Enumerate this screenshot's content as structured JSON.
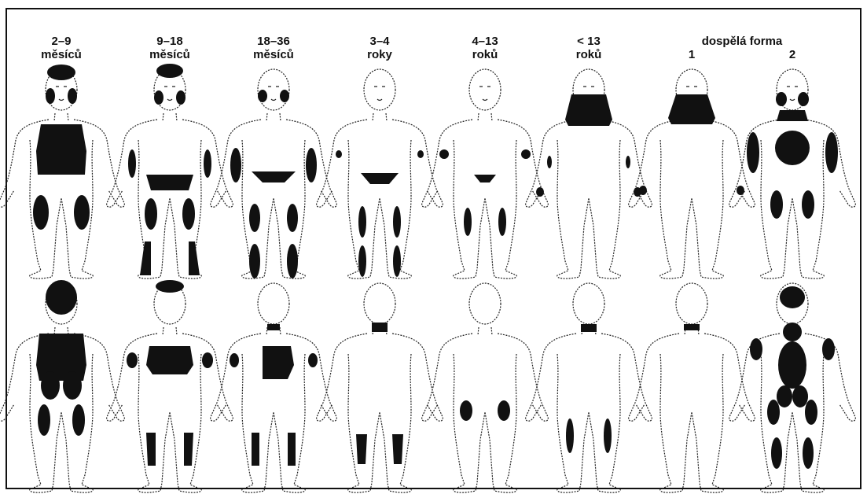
{
  "figure": {
    "groups": [
      {
        "id": "g1",
        "line1": "2–9",
        "line2": "měsíců"
      },
      {
        "id": "g2",
        "line1": "9–18",
        "line2": "měsíců"
      },
      {
        "id": "g3",
        "line1": "18–36",
        "line2": "měsíců"
      },
      {
        "id": "g4",
        "line1": "3–4",
        "line2": "roky"
      },
      {
        "id": "g5",
        "line1": "4–13",
        "line2": "roků"
      },
      {
        "id": "g6",
        "line1": "< 13",
        "line2": "roků"
      }
    ],
    "adult": {
      "title": "dospělá forma",
      "form1": "1",
      "form2": "2"
    },
    "colors": {
      "outline": "#222222",
      "lesion": "#111111",
      "background": "#ffffff"
    }
  }
}
